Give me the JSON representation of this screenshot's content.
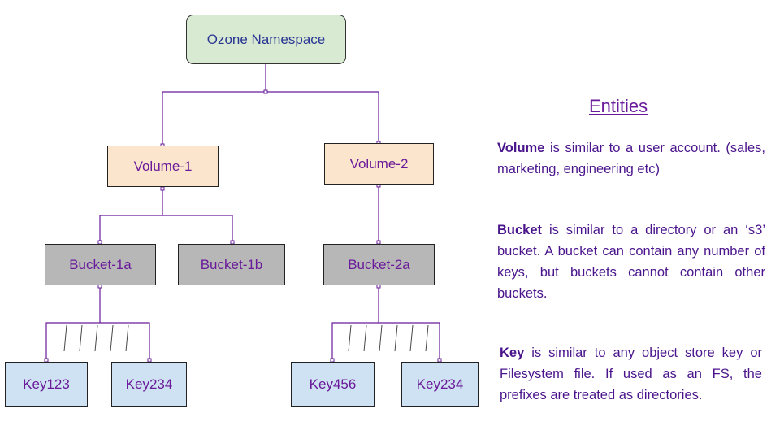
{
  "nodes": {
    "root": "Ozone Namespace",
    "volume1": "Volume-1",
    "volume2": "Volume-2",
    "bucket1a": "Bucket-1a",
    "bucket1b": "Bucket-1b",
    "bucket2a": "Bucket-2a",
    "key1": "Key123",
    "key2": "Key234",
    "key3": "Key456",
    "key4": "Key234"
  },
  "entities": {
    "title": "Entities",
    "volume": {
      "term": "Volume",
      "text": " is similar to a user account. (sales, marketing, engineering etc)"
    },
    "bucket": {
      "term": "Bucket",
      "text": " is similar to a directory or an ‘s3’ bucket. A bucket can contain any number of keys, but buckets cannot contain other buckets."
    },
    "key": {
      "term": "Key",
      "text": " is similar to any object store key or Filesystem file. If used as an FS, the prefixes are treated as directories."
    }
  },
  "colors": {
    "line": "#6a1b9a",
    "root_fill": "#d9ead3",
    "volume_fill": "#fce5cd",
    "bucket_fill": "#b7b7b7",
    "key_fill": "#cfe2f3"
  }
}
